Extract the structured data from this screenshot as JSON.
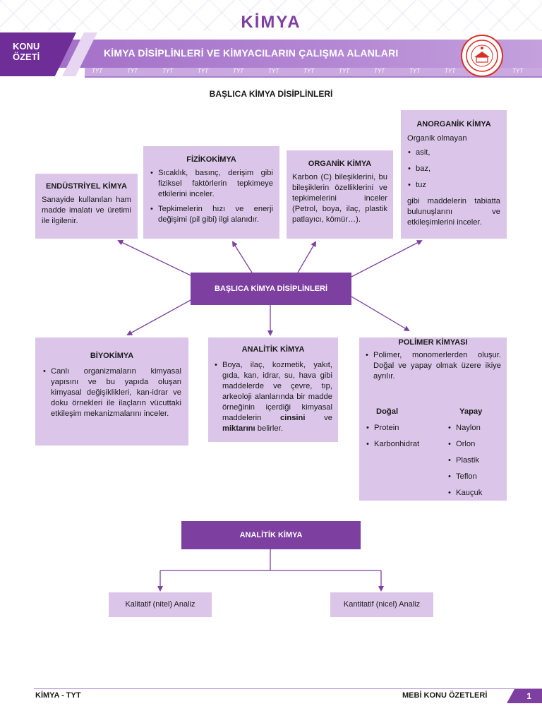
{
  "header": {
    "brand": "KİMYA",
    "konu_line1": "KONU",
    "konu_line2": "ÖZETİ",
    "title": "KİMYA DİSİPLİNLERİ VE KİMYACILARIN ÇALIŞMA ALANLARI",
    "tyt_label": "TYT"
  },
  "section_title": "BAŞLICA KİMYA DİSİPLİNLERİ",
  "central_label": "BAŞLICA KİMYA DİSİPLİNLERİ",
  "endustriyel": {
    "title": "ENDÜSTRİYEL KİMYA",
    "text": "Sanayide kullanılan ham madde imalatı ve üretimi ile ilgilenir."
  },
  "fizikokimya": {
    "title": "FİZİKOKİMYA",
    "items": [
      "Sıcaklık, basınç, derişim gibi fiziksel faktörlerin tepkimeye etkilerini inceler.",
      "Tepkimelerin hızı ve enerji değişimi (pil gibi) ilgi alanıdır."
    ]
  },
  "organik": {
    "title": "ORGANİK KİMYA",
    "text": "Karbon (C) bileşiklerini, bu bileşiklerin özelliklerini ve tepkimelerini inceler (Petrol, boya, ilaç, plastik patlayıcı, kömür…)."
  },
  "anorganik": {
    "title": "ANORGANİK KİMYA",
    "intro": "Organik olmayan",
    "items": [
      "asit,",
      "baz,",
      "tuz"
    ],
    "outro": "gibi maddelerin tabiatta bulunuşlarını ve etkileşimlerini inceler."
  },
  "biyokimya": {
    "title": "BİYOKİMYA",
    "item": "Canlı organizmaların kimyasal yapısını ve bu yapıda oluşan kimyasal değişiklikleri, kan-idrar ve doku örnekleri ile ilaçların vücuttaki etkileşim mekanizmalarını inceler."
  },
  "analitik": {
    "title": "ANALİTİK KİMYA",
    "item_pre": "Boya, ilaç, kozmetik, yakıt, gıda, kan, idrar, su, hava gibi maddelerde ve çevre, tıp, arkeoloji alanlarında bir madde örneğinin içerdiği kimyasal maddelerin ",
    "item_bold1": "cinsini",
    "item_mid": " ve ",
    "item_bold2": "miktarını",
    "item_post": " belirler."
  },
  "polimer": {
    "title": "POLİMER KİMYASI",
    "item": "Polimer, monomerlerden oluşur. Doğal ve yapay olmak üzere ikiye ayrılır.",
    "dogal_title": "Doğal",
    "dogal_items": [
      "Protein",
      "Karbonhidrat"
    ],
    "yapay_title": "Yapay",
    "yapay_items": [
      "Naylon",
      "Orlon",
      "Plastik",
      "Teflon",
      "Kauçuk"
    ]
  },
  "analitik_tree": {
    "root": "ANALİTİK KİMYA",
    "left": "Kalitatif (nitel) Analiz",
    "right": "Kantitatif (nicel) Analiz"
  },
  "footer": {
    "left": "KİMYA - TYT",
    "right": "MEBİ KONU ÖZETLERİ",
    "page": "1"
  },
  "colors": {
    "primary": "#7d3fa0",
    "box_fill": "#dbc6e9",
    "band": "#b386d3"
  }
}
